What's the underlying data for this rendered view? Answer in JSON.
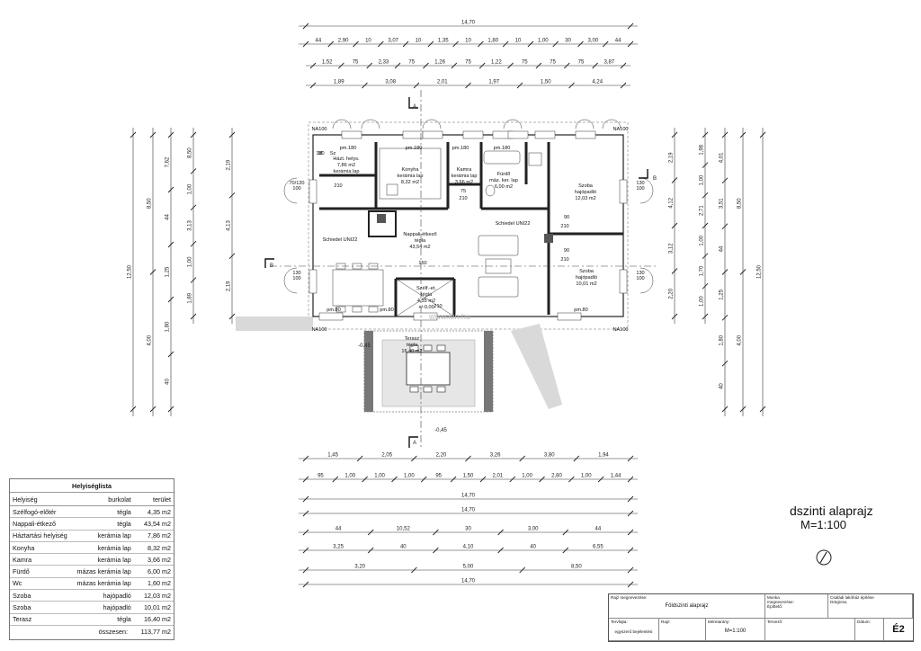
{
  "plan": {
    "top_dims": [
      {
        "total": "14,70",
        "segments": [
          "44",
          "2,90",
          "10",
          "3,07",
          "10",
          "1,35",
          "10",
          "1,80",
          "10",
          "1,00",
          "30",
          "3,00",
          "44"
        ]
      },
      {
        "segments": [
          "1,52",
          "75",
          "2,33",
          "75",
          "1,26",
          "75",
          "1,22",
          "75",
          "75",
          "75",
          "3,87"
        ]
      },
      {
        "segments": [
          "1,89",
          "3,08",
          "2,01",
          "1,97",
          "1,50",
          "4,24"
        ]
      }
    ],
    "bottom_dims": [
      {
        "segments": [
          "1,45",
          "2,05",
          "2,20",
          "3,26",
          "3,80",
          "1,94"
        ]
      },
      {
        "segments": [
          "95",
          "1,00",
          "1,00",
          "1,00",
          "95",
          "1,50",
          "2,01",
          "1,00",
          "2,80",
          "1,00",
          "1,44"
        ]
      },
      {
        "total": "14,70"
      },
      {
        "total": "14,70"
      },
      {
        "segments": [
          "44",
          "10,52",
          "30",
          "3,00",
          "44"
        ]
      },
      {
        "segments": [
          "3,25",
          "40",
          "4,10",
          "40",
          "6,55"
        ]
      },
      {
        "segments": [
          "3,20",
          "5,00",
          "8,50"
        ]
      },
      {
        "total": "14,70"
      }
    ],
    "left_dims": {
      "outer": "12,50",
      "mid1": [
        "8,50",
        "4,00"
      ],
      "mid2": [
        "7,62",
        "44",
        "1,25",
        "1,80",
        "40"
      ],
      "inner": [
        "8,50",
        "1,00",
        "3,13",
        "1,00",
        "1,89"
      ],
      "inner2": [
        "2,19",
        "4,13",
        "2,19"
      ]
    },
    "right_dims": {
      "outer": "12,50",
      "mid1": [
        "8,50",
        "4,00"
      ],
      "mid2": [
        "4,01",
        "3,51",
        "44",
        "1,25",
        "1,80",
        "40"
      ],
      "inner": [
        "1,98",
        "1,00",
        "2,71",
        "1,00",
        "1,70",
        "1,00"
      ],
      "inner2": [
        "2,19",
        "4,12",
        "3,12",
        "2,20"
      ]
    },
    "rooms": [
      {
        "lines": [
          "Házt. helys.",
          "7,86 m2",
          "kerámia lap"
        ]
      },
      {
        "lines": [
          "Konyha",
          "kerámia lap",
          "8,32 m2"
        ]
      },
      {
        "lines": [
          "Kamra",
          "kerámia lap",
          "3,66 m2"
        ]
      },
      {
        "lines": [
          "Fürdő",
          "máz. ker. lap",
          "6,00 m2"
        ]
      },
      {
        "lines": [
          "Szoba",
          "hajópadló",
          "12,03 m2"
        ]
      },
      {
        "lines": [
          "Nappali-étkező",
          "tégla",
          "43,54 m2"
        ]
      },
      {
        "lines": [
          "Szoba",
          "hajópadló",
          "10,01 m2"
        ]
      },
      {
        "lines": [
          "Szélf.-et.",
          "tégla",
          "4,35 m2",
          "+/-0,00"
        ]
      },
      {
        "lines": [
          "Terasz",
          "tégla",
          "16,40 m2"
        ]
      }
    ],
    "chimney_labels": [
      "Schiedel UNI22",
      "Schiedel UNI22"
    ],
    "section_labels": [
      "A",
      "A",
      "B",
      "B"
    ],
    "levels": [
      "-0,45",
      "-0,45"
    ],
    "small_labels": [
      "M",
      "Sz",
      "pm.180",
      "pm.180",
      "pm.180",
      "pm.180",
      "pm.80",
      "pm.80",
      "pm.80",
      "NA100",
      "NA100",
      "NA100",
      "NA100",
      "90",
      "210",
      "90",
      "210",
      "150",
      "210",
      "75",
      "210",
      "210",
      "70/120",
      "100",
      "130",
      "100",
      "130",
      "100",
      "130",
      "100",
      "130"
    ],
    "watermark": "www.ibh.hu"
  },
  "room_table": {
    "title": "Helyiséglista",
    "headers": [
      "Helyiség",
      "burkolat",
      "terület"
    ],
    "rows": [
      [
        "Szélfogó-előtér",
        "tégla",
        "4,35 m2"
      ],
      [
        "Nappali-étkező",
        "tégla",
        "43,54 m2"
      ],
      [
        "Háztartási helyiség",
        "kerámia lap",
        "7,86 m2"
      ],
      [
        "Konyha",
        "kerámia lap",
        "8,32 m2"
      ],
      [
        "Kamra",
        "kerámia lap",
        "3,66 m2"
      ],
      [
        "Fürdő",
        "mázas kerámia lap",
        "6,00 m2"
      ],
      [
        "Wc",
        "mázas kerámia lap",
        "1,60 m2"
      ],
      [
        "Szoba",
        "hajópadló",
        "12,03 m2"
      ],
      [
        "Szoba",
        "hajópadló",
        "10,01 m2"
      ],
      [
        "Terasz",
        "tégla",
        "16,40 m2"
      ]
    ],
    "total_label": "összesen:",
    "total_value": "113,77 m2"
  },
  "drawing_title": {
    "line1": "dszinti alaprajz",
    "line2": "M=1:100"
  },
  "title_block": {
    "rajz_megnevezese_label": "Rajz megnevezése:",
    "rajz_megnevezese": "Földszinti alaprajz",
    "munka_label": "Munka",
    "munka_megnevezese_label": "megnevezése:",
    "munka": "Családi lakóház építése",
    "epitteto_label": "Építtető:",
    "helyszin": "Dörgicse,",
    "tervfajta_label": "Tervfajta:",
    "tervfajta": "egyszerű bejelentési",
    "rajz_label": "Rajz:",
    "meretarany_label": "Méretarány:",
    "meretarany": "M=1:100",
    "tervezo_label": "Tervező:",
    "datum_label": "Dátum:",
    "sheet": "É2"
  }
}
